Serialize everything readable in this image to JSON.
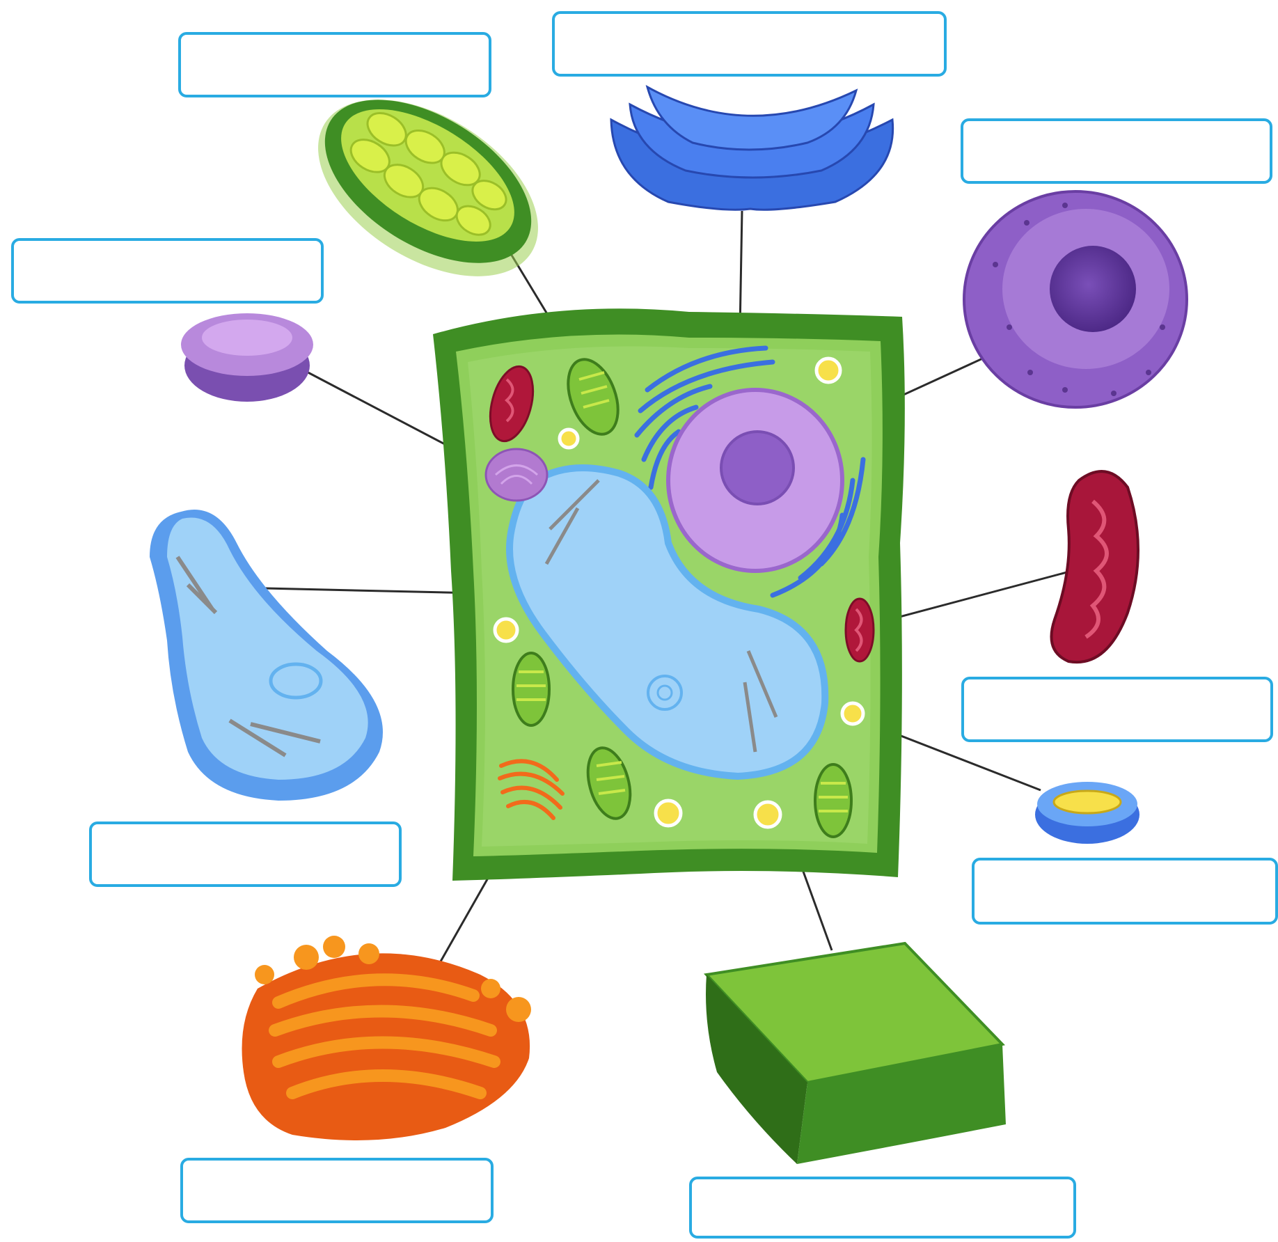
{
  "diagram": {
    "subject": "plant-cell",
    "colors": {
      "cell_wall": "#3f8e24",
      "cytoplasm": "#8fcf5b",
      "vacuole": "#9fd2f8",
      "nucleus": "#b98ae0",
      "mitochondrion": "#b0173a",
      "chloroplast": "#7ec43a",
      "golgi": "#f26a1b",
      "er": "#3b6fe0",
      "label_border": "#29abe2"
    },
    "labels": [
      {
        "id": "chloroplast",
        "text": ""
      },
      {
        "id": "endoplasmic-reticulum",
        "text": ""
      },
      {
        "id": "nucleus",
        "text": ""
      },
      {
        "id": "golgi-vesicle",
        "text": ""
      },
      {
        "id": "mitochondrion",
        "text": ""
      },
      {
        "id": "vacuole",
        "text": ""
      },
      {
        "id": "vesicle",
        "text": ""
      },
      {
        "id": "golgi-apparatus",
        "text": ""
      },
      {
        "id": "cell-wall",
        "text": ""
      }
    ]
  }
}
